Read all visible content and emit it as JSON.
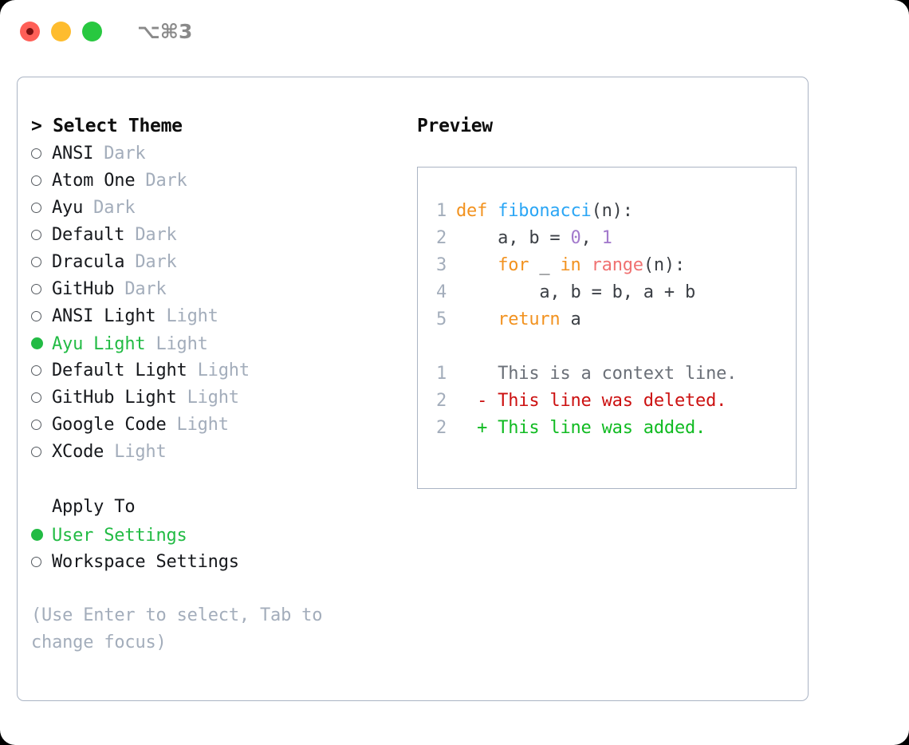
{
  "titlebar": {
    "shortcut": "⌥⌘3",
    "lights": [
      {
        "name": "close",
        "color": "#ff5f57"
      },
      {
        "name": "minimize",
        "color": "#febc2e"
      },
      {
        "name": "maximize",
        "color": "#28c840"
      }
    ]
  },
  "theme_picker": {
    "title": "> Select Theme",
    "options": [
      {
        "label": "ANSI",
        "tag": " Dark",
        "selected": false
      },
      {
        "label": "Atom One",
        "tag": " Dark",
        "selected": false
      },
      {
        "label": "Ayu",
        "tag": " Dark",
        "selected": false
      },
      {
        "label": "Default",
        "tag": " Dark",
        "selected": false
      },
      {
        "label": "Dracula",
        "tag": " Dark",
        "selected": false
      },
      {
        "label": "GitHub",
        "tag": " Dark",
        "selected": false
      },
      {
        "label": "ANSI Light",
        "tag": " Light",
        "selected": false
      },
      {
        "label": "Ayu Light",
        "tag": " Light",
        "selected": true
      },
      {
        "label": "Default Light",
        "tag": " Light",
        "selected": false
      },
      {
        "label": "GitHub Light",
        "tag": " Light",
        "selected": false
      },
      {
        "label": "Google Code",
        "tag": " Light",
        "selected": false
      },
      {
        "label": "XCode",
        "tag": " Light",
        "selected": false
      }
    ]
  },
  "apply_to": {
    "title": "Apply To",
    "options": [
      {
        "label": "User Settings",
        "selected": true
      },
      {
        "label": "Workspace Settings",
        "selected": false
      }
    ]
  },
  "hint": "(Use Enter to select, Tab to change focus)",
  "preview": {
    "title": "Preview",
    "code_lines": [
      {
        "num": "1",
        "tokens": [
          {
            "t": "def ",
            "c": "kw"
          },
          {
            "t": "fibonacci",
            "c": "fn"
          },
          {
            "t": "(n):",
            "c": "txt"
          }
        ]
      },
      {
        "num": "2",
        "tokens": [
          {
            "t": "    a, b = ",
            "c": "txt"
          },
          {
            "t": "0",
            "c": "num"
          },
          {
            "t": ", ",
            "c": "txt"
          },
          {
            "t": "1",
            "c": "num"
          }
        ]
      },
      {
        "num": "3",
        "tokens": [
          {
            "t": "    ",
            "c": "txt"
          },
          {
            "t": "for",
            "c": "kw"
          },
          {
            "t": " _ ",
            "c": "txt"
          },
          {
            "t": "in",
            "c": "kw"
          },
          {
            "t": " ",
            "c": "txt"
          },
          {
            "t": "range",
            "c": "call"
          },
          {
            "t": "(n):",
            "c": "txt"
          }
        ]
      },
      {
        "num": "4",
        "tokens": [
          {
            "t": "        a, b = b, a + b",
            "c": "txt"
          }
        ]
      },
      {
        "num": "5",
        "tokens": [
          {
            "t": "    ",
            "c": "txt"
          },
          {
            "t": "return",
            "c": "kw"
          },
          {
            "t": " a",
            "c": "txt"
          }
        ]
      }
    ],
    "diff_lines": [
      {
        "num": "1",
        "marker": "  ",
        "text": "This is a context line.",
        "kind": "ctx"
      },
      {
        "num": "2",
        "marker": "- ",
        "text": "This line was deleted.",
        "kind": "del"
      },
      {
        "num": "2",
        "marker": "+ ",
        "text": "This line was added.",
        "kind": "add"
      }
    ]
  },
  "colors": {
    "keyword": "#f2921f",
    "function": "#2ba6f5",
    "number": "#a37acc",
    "builtin": "#f07171",
    "diff_deleted": "#cc1111",
    "diff_added": "#11bb22",
    "selected": "#22bb44",
    "muted": "#a3adbb",
    "border": "#aab4c4"
  }
}
